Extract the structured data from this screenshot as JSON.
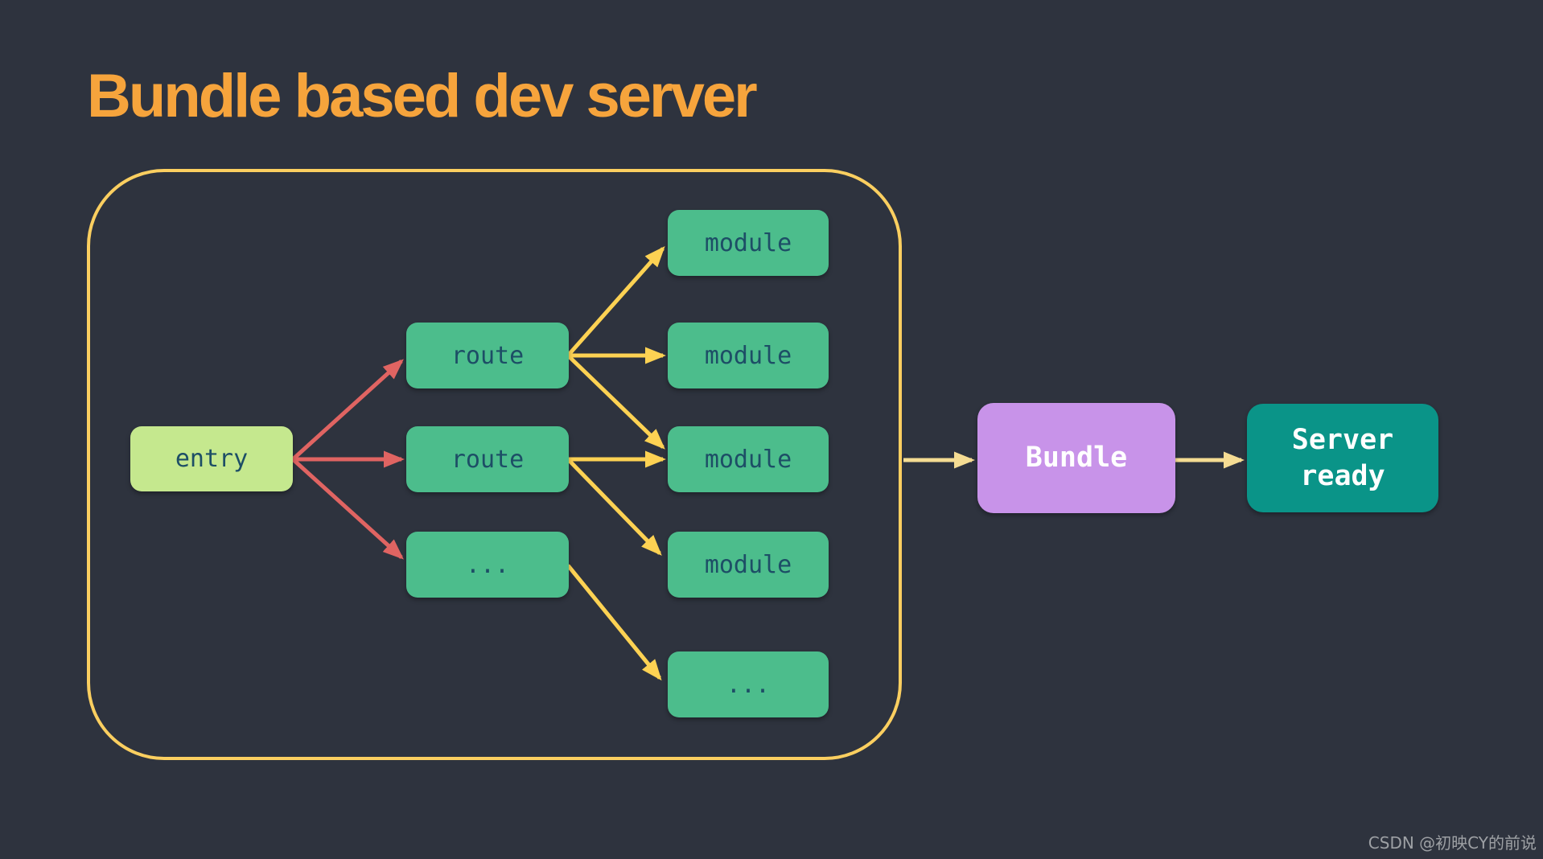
{
  "title": "Bundle based dev server",
  "nodes": {
    "entry": "entry",
    "route_top": "route",
    "route_middle": "route",
    "route_more": "...",
    "module_1": "module",
    "module_2": "module",
    "module_3": "module",
    "module_4": "module",
    "module_more": "...",
    "bundle": "Bundle",
    "server_ready": "Server ready"
  },
  "connections": [
    {
      "from": "entry",
      "to": "route_top",
      "color": "red"
    },
    {
      "from": "entry",
      "to": "route_middle",
      "color": "red"
    },
    {
      "from": "entry",
      "to": "route_more",
      "color": "red"
    },
    {
      "from": "route_top",
      "to": "module_1",
      "color": "yellow"
    },
    {
      "from": "route_top",
      "to": "module_2",
      "color": "yellow"
    },
    {
      "from": "route_top",
      "to": "module_3",
      "color": "yellow"
    },
    {
      "from": "route_middle",
      "to": "module_3",
      "color": "yellow"
    },
    {
      "from": "route_middle",
      "to": "module_4",
      "color": "yellow"
    },
    {
      "from": "route_more",
      "to": "module_more",
      "color": "yellow"
    },
    {
      "from": "boundary",
      "to": "bundle",
      "color": "pale-yellow"
    },
    {
      "from": "bundle",
      "to": "server_ready",
      "color": "pale-yellow"
    }
  ],
  "watermark": "CSDN @初映CY的前说",
  "colors": {
    "background": "#2e333e",
    "title_text": "#f6a43c",
    "boundary_border": "#fbcf60",
    "entry_fill": "#c5e88e",
    "node_fill": "#4cbd8c",
    "node_text": "#1d4e66",
    "arrow_red": "#e06462",
    "arrow_yellow": "#fdd253",
    "arrow_pale": "#f5dc93",
    "bundle_fill": "#c893e9",
    "server_fill": "#0a9488",
    "light_text": "#ffffff",
    "watermark_text": "#9da0a4"
  }
}
